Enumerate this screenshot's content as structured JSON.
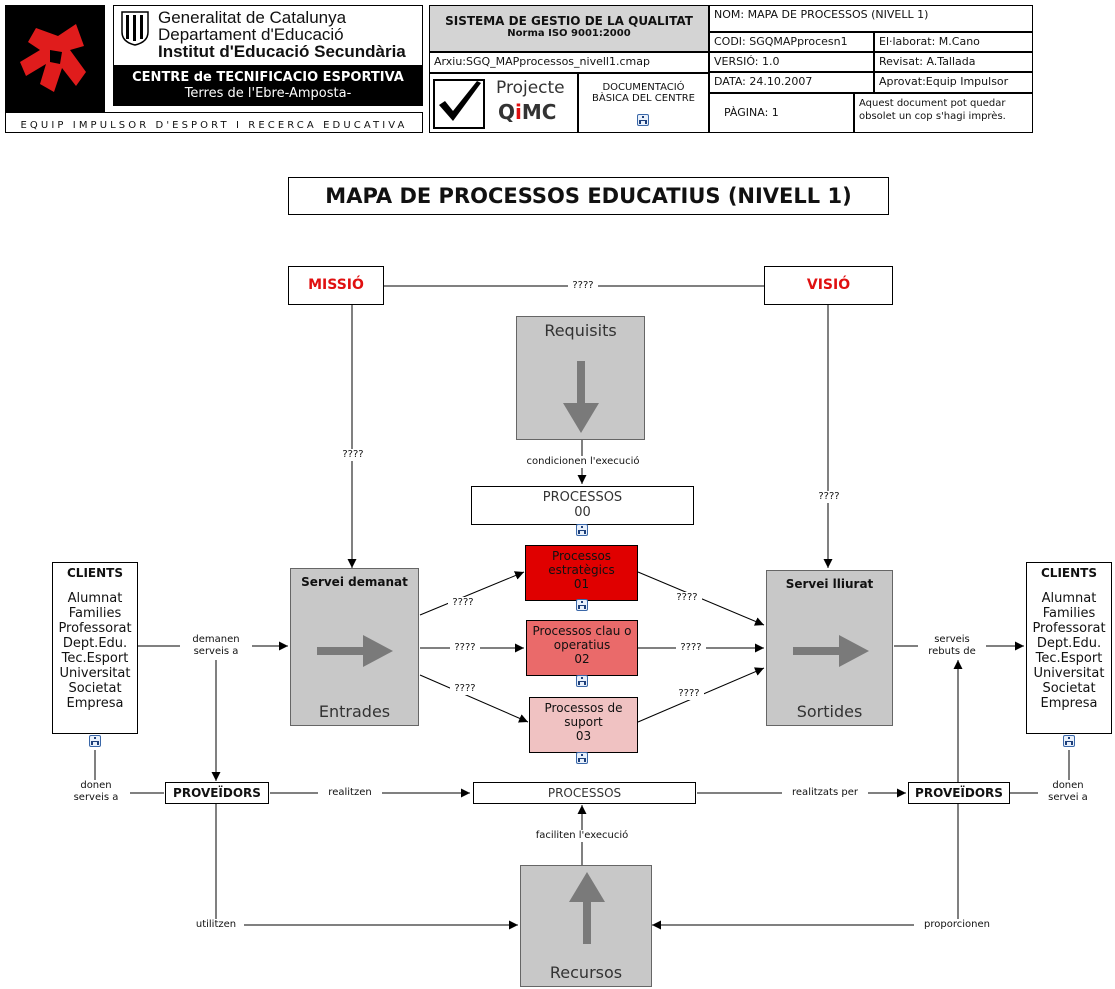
{
  "header": {
    "gov_line1": "Generalitat de Catalunya",
    "gov_line2": "Departament d'Educació",
    "gov_line3": "Institut d'Educació Secundària",
    "centre_line1": "CENTRE de TECNIFICACIO ESPORTIVA",
    "centre_line2": "Terres de l'Ebre-Amposta-",
    "equip": "EQUIP IMPULSOR D'ESPORT I RECERCA EDUCATIVA",
    "system_line1": "SISTEMA DE GESTIO DE LA QUALITAT",
    "system_line2": "Norma ISO 9001:2000",
    "arxiu": "Arxiu:SGQ_MAPprocessos_nivell1.cmap",
    "projecte": "Projecte",
    "qimc_q": "Q",
    "qimc_i": "i",
    "qimc_mc": "MC",
    "doc_line1": "DOCUMENTACIÓ",
    "doc_line2": "BÀSICA DEL CENTRE",
    "nom": "NOM: MAPA DE PROCESSOS (NIVELL 1)",
    "codi": "CODI: SGQMAPprocesn1",
    "elaborat": "El·laborat: M.Cano",
    "versio": "VERSIÓ: 1.0",
    "revisat": "Revisat: A.Tallada",
    "data": "DATA: 24.10.2007",
    "aprovat": "Aprovat:Equip Impulsor",
    "pagina": "PÀGINA: 1",
    "obsolet_line1": "Aquest document pot quedar",
    "obsolet_line2": "obsolet un cop s'hagi imprès."
  },
  "title": "MAPA DE PROCESSOS EDUCATIUS (NIVELL 1)",
  "colors": {
    "missio": "#e01010",
    "estrategics": "#e00000",
    "clau": "#ea6a6a",
    "suport": "#f0c2c2",
    "gray": "#c8c8c8"
  },
  "nodes": {
    "missio": "MISSIÓ",
    "visio": "VISIÓ",
    "requisits": "Requisits",
    "processos00_line1": "PROCESSOS",
    "processos00_line2": "00",
    "estrategics": "Processos estratègics",
    "estrategics_num": "01",
    "clau": "Processos clau o operatius",
    "clau_num": "02",
    "suport": "Processos de suport",
    "suport_num": "03",
    "servei_demanat": "Servei demanat",
    "entrades": "Entrades",
    "servei_lliurat": "Servei lliurat",
    "sortides": "Sortides",
    "clients_title": "CLIENTS",
    "clients_items": [
      "Alumnat",
      "Families",
      "Professorat",
      "Dept.Edu.",
      "Tec.Esport",
      "Universitat",
      "Societat",
      "Empresa"
    ],
    "proveidors": "PROVEÏDORS",
    "processos": "PROCESSOS",
    "recursos": "Recursos"
  },
  "links": {
    "missio_visio": "????",
    "missio_servei": "????",
    "visio_servei": "????",
    "condicionen": "condicionen l'execució",
    "to_estrategics": "????",
    "to_clau": "????",
    "to_suport": "????",
    "from_estrategics": "????",
    "from_clau": "????",
    "from_suport": "????",
    "demanen_line1": "demanen",
    "demanen_line2": "serveis a",
    "donen_left_line1": "donen",
    "donen_left_line2": "serveis a",
    "serveis_rebuts_line1": "serveis",
    "serveis_rebuts_line2": "rebuts de",
    "donen_right_line1": "donen",
    "donen_right_line2": "servei a",
    "realitzen": "realitzen",
    "realitzats_per": "realitzats per",
    "faciliten": "faciliten l'execució",
    "utilitzen": "utilitzen",
    "proporcionen": "proporcionen"
  }
}
